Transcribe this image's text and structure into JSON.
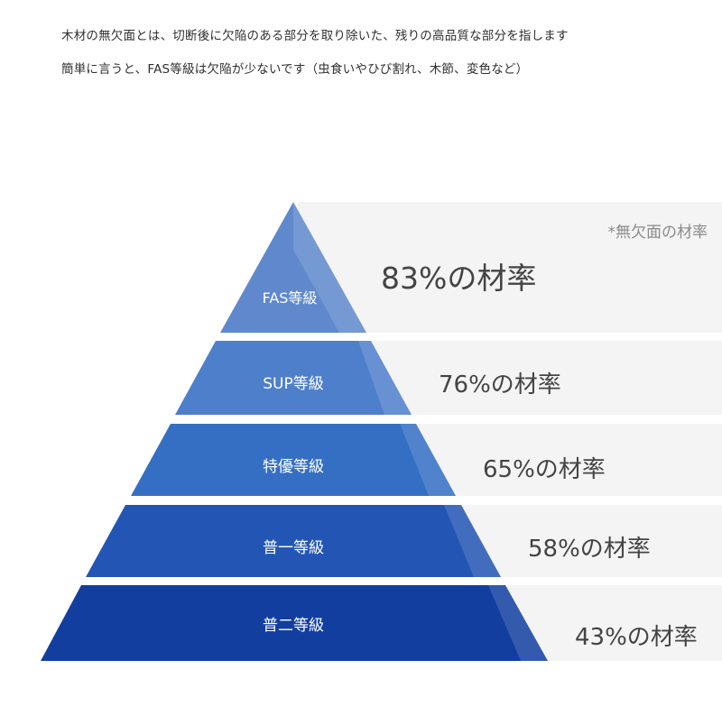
{
  "intro": {
    "line1": "木材の無欠面とは、切断後に欠陥のある部分を取り除いた、残りの高品質な部分を指します",
    "line2": "簡単に言うと、FAS等級は欠陥が少ないです（虫食いやひび割れ、木節、変色など）"
  },
  "legend_note": "*無欠面の材率",
  "tiers": [
    {
      "name": "FAS等級",
      "rate": "83%の材率",
      "color": "#5f89cc"
    },
    {
      "name": "SUP等級",
      "rate": "76%の材率",
      "color": "#4e7fcb"
    },
    {
      "name": "特優等級",
      "rate": "65%の材率",
      "color": "#346fc4"
    },
    {
      "name": "普一等級",
      "rate": "58%の材率",
      "color": "#2356b4"
    },
    {
      "name": "普二等級",
      "rate": "43%の材率",
      "color": "#123f9f"
    }
  ],
  "colors": {
    "panel_background": "#f4f4f4",
    "highlight_overlay": "#ffffff"
  }
}
